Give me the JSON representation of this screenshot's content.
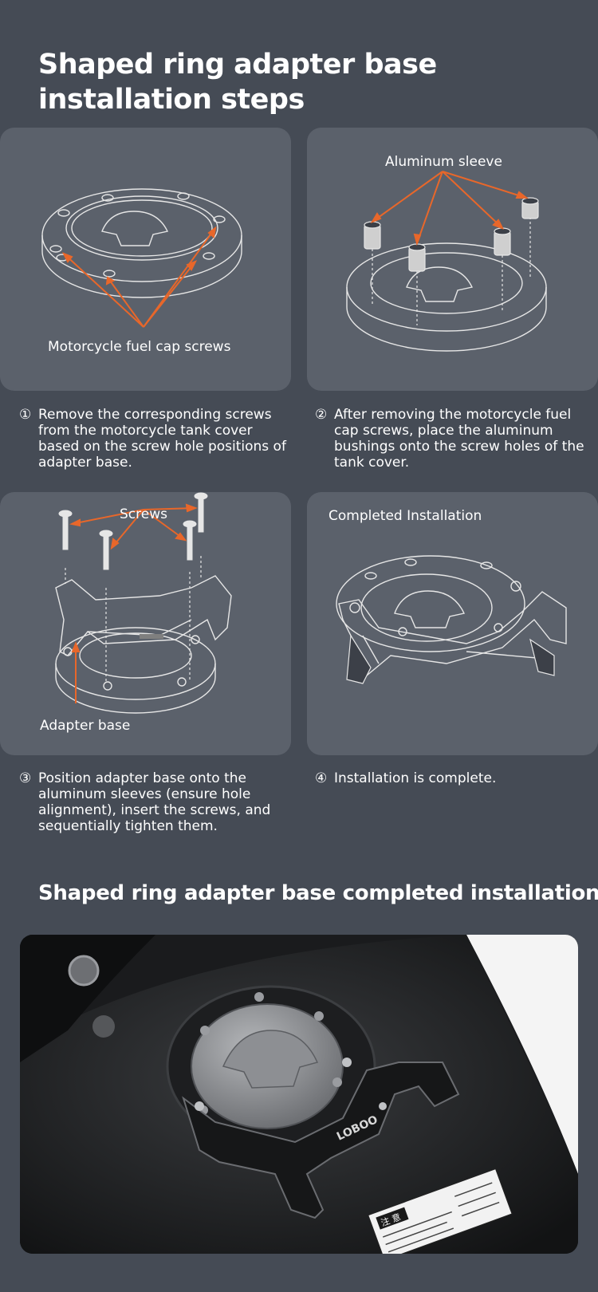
{
  "header": {
    "title": "Shaped ring adapter base installation steps"
  },
  "panels": [
    {
      "label": "Motorcycle fuel cap screws"
    },
    {
      "label": "Aluminum sleeve"
    },
    {
      "label_top": "Screws",
      "label_bottom": "Adapter base"
    },
    {
      "label": "Completed Installation"
    }
  ],
  "steps": [
    {
      "num": "①",
      "text": "Remove the corresponding screws from the motorcycle tank cover based on the screw hole positions of adapter base."
    },
    {
      "num": "②",
      "text": "After removing the motorcycle fuel cap screws, place the aluminum bushings onto the screw holes of the tank cover."
    },
    {
      "num": "③",
      "text": "Position adapter base onto the aluminum sleeves (ensure hole alignment), insert the screws, and sequentially tighten them."
    },
    {
      "num": "④",
      "text": "Installation is complete."
    }
  ],
  "section2": {
    "title": "Shaped ring adapter base completed installation"
  },
  "photo": {
    "logo_text": "LOBOO",
    "warning_label": "注 意"
  },
  "colors": {
    "background": "#454b55",
    "panel": "#5b616b",
    "arrow": "#e8672a",
    "line": "#e6e6e6"
  }
}
